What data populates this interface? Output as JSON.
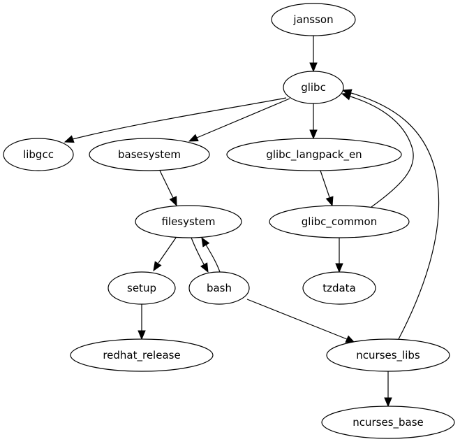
{
  "graph": {
    "type": "directed",
    "nodes": [
      {
        "id": "jansson",
        "label": "jansson"
      },
      {
        "id": "glibc",
        "label": "glibc"
      },
      {
        "id": "libgcc",
        "label": "libgcc"
      },
      {
        "id": "basesystem",
        "label": "basesystem"
      },
      {
        "id": "glibc_langpack_en",
        "label": "glibc_langpack_en"
      },
      {
        "id": "filesystem",
        "label": "filesystem"
      },
      {
        "id": "glibc_common",
        "label": "glibc_common"
      },
      {
        "id": "setup",
        "label": "setup"
      },
      {
        "id": "bash",
        "label": "bash"
      },
      {
        "id": "tzdata",
        "label": "tzdata"
      },
      {
        "id": "redhat_release",
        "label": "redhat_release"
      },
      {
        "id": "ncurses_libs",
        "label": "ncurses_libs"
      },
      {
        "id": "ncurses_base",
        "label": "ncurses_base"
      }
    ],
    "edges": [
      {
        "from": "jansson",
        "to": "glibc"
      },
      {
        "from": "glibc",
        "to": "libgcc"
      },
      {
        "from": "glibc",
        "to": "basesystem"
      },
      {
        "from": "glibc",
        "to": "glibc_langpack_en"
      },
      {
        "from": "basesystem",
        "to": "filesystem"
      },
      {
        "from": "glibc_langpack_en",
        "to": "glibc_common"
      },
      {
        "from": "glibc_common",
        "to": "glibc"
      },
      {
        "from": "glibc_common",
        "to": "tzdata"
      },
      {
        "from": "filesystem",
        "to": "setup"
      },
      {
        "from": "filesystem",
        "to": "bash"
      },
      {
        "from": "bash",
        "to": "filesystem"
      },
      {
        "from": "setup",
        "to": "redhat_release"
      },
      {
        "from": "bash",
        "to": "ncurses_libs"
      },
      {
        "from": "ncurses_libs",
        "to": "glibc"
      },
      {
        "from": "ncurses_libs",
        "to": "ncurses_base"
      }
    ]
  }
}
